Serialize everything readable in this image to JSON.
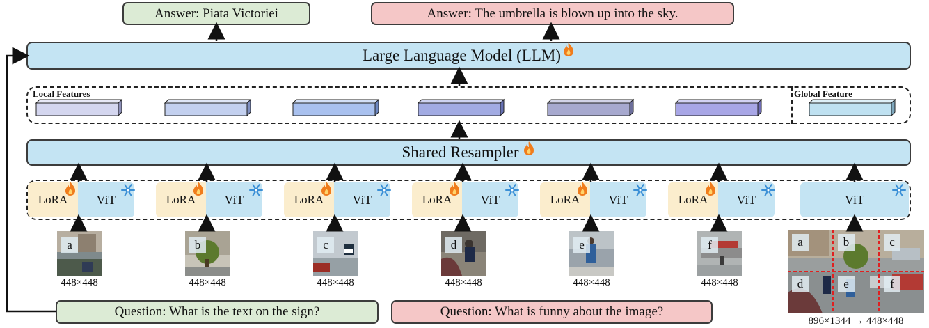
{
  "answers": {
    "left": "Answer:  Piata Victoriei",
    "right": "Answer:  The umbrella is blown up into the sky."
  },
  "llm": {
    "label": "Large Language Model (LLM)"
  },
  "features": {
    "local_label": "Local Features",
    "global_label": "Global Feature"
  },
  "resampler": {
    "label": "Shared Resampler"
  },
  "encoders": {
    "lora_label": "LoRA",
    "vit_label": "ViT"
  },
  "slices": [
    {
      "letter": "a",
      "resolution": "448×448"
    },
    {
      "letter": "b",
      "resolution": "448×448"
    },
    {
      "letter": "c",
      "resolution": "448×448"
    },
    {
      "letter": "d",
      "resolution": "448×448"
    },
    {
      "letter": "e",
      "resolution": "448×448"
    },
    {
      "letter": "f",
      "resolution": "448×448"
    }
  ],
  "global_image": {
    "letters": [
      "a",
      "b",
      "c",
      "d",
      "e",
      "f"
    ],
    "resolution": "896×1344 → 448×448"
  },
  "questions": {
    "left": "Question: What is the text on the sign?",
    "right": "Question: What is funny about the image?"
  },
  "colors": {
    "answer_green": "#dcebd5",
    "answer_red": "#f5c7c7",
    "model_blue": "#c4e4f3",
    "lora_yellow": "#fbedcd",
    "flame_orange": "#f07c1c",
    "snow_blue": "#3a8fd6",
    "grid_red": "#e02020",
    "feature_colors": [
      "#d4d6ef",
      "#c3d0ef",
      "#a9c1ef",
      "#a2abe3",
      "#a7a9cf",
      "#a8a6e6",
      "#bfe1f1"
    ]
  }
}
